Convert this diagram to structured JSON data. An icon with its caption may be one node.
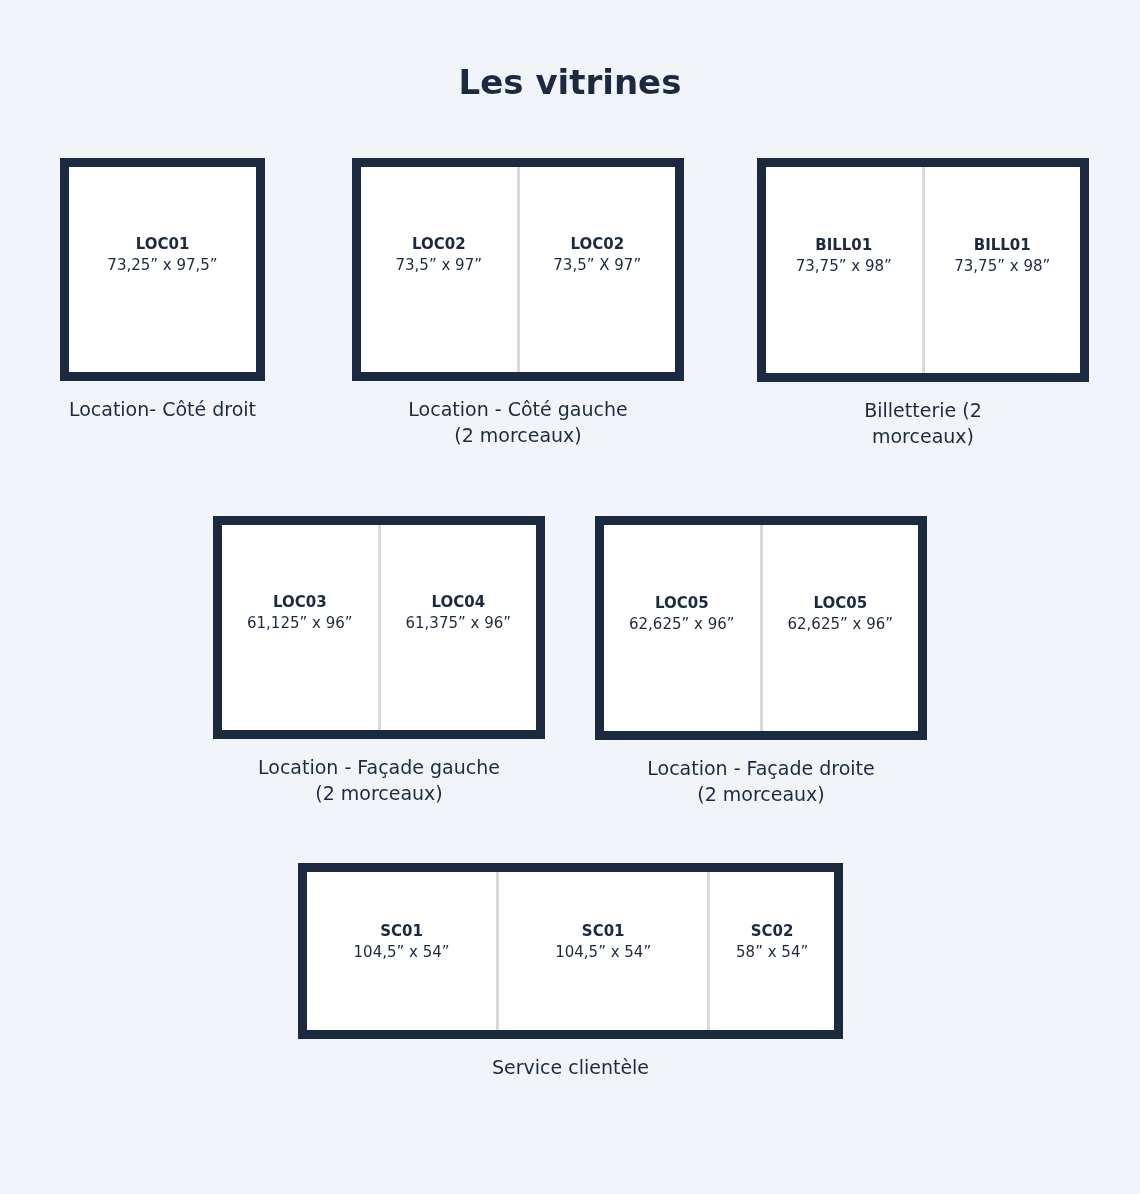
{
  "diagram": {
    "title": "Les vitrines",
    "nodes": [
      {
        "text": [],
        "shape": "box",
        "beside": [
          "Location- Côté droit"
        ]
      },
      {
        "text": [
          "LOC01",
          "73,25” x 97,5”"
        ],
        "in": 0
      },
      {
        "text": [],
        "shape": "box",
        "beside": [
          "Location - Côté gauche (2 morceaux)"
        ]
      },
      {
        "text": [
          "LOC02",
          "73,5” x 97”"
        ],
        "in": 2
      },
      {
        "text": [
          "LOC02",
          "73,5” X 97”"
        ],
        "in": 2
      },
      {
        "text": [],
        "shape": "box",
        "beside": [
          "Billetterie (2 morceaux)"
        ]
      },
      {
        "text": [
          "BILL01",
          "73,75” x 98”"
        ],
        "in": 5
      },
      {
        "text": [
          "BILL01",
          "73,75” x 98”"
        ],
        "in": 5
      },
      {
        "text": [],
        "shape": "box",
        "beside": [
          "Location - Façade gauche (2 morceaux)"
        ]
      },
      {
        "text": [
          "LOC03",
          "61,125” x 96”"
        ],
        "in": 8
      },
      {
        "text": [
          "LOC04",
          "61,375” x 96”"
        ],
        "in": 8
      },
      {
        "text": [],
        "shape": "box",
        "beside": [
          "Location - Façade droite (2 morceaux)"
        ]
      },
      {
        "text": [
          "LOC05",
          "62,625” x 96”"
        ],
        "in": 11
      },
      {
        "text": [
          "LOC05",
          "62,625” x 96”"
        ],
        "in": 11
      },
      {
        "text": [],
        "shape": "box",
        "beside": [
          "Service clientèle"
        ]
      },
      {
        "text": [
          "SC01",
          "104,5” x 54”"
        ],
        "in": 14
      },
      {
        "text": [
          "SC01",
          "104,5” x 54”"
        ],
        "in": 14
      },
      {
        "text": [
          "SC02",
          "58” x 54”"
        ],
        "in": 14
      }
    ]
  }
}
